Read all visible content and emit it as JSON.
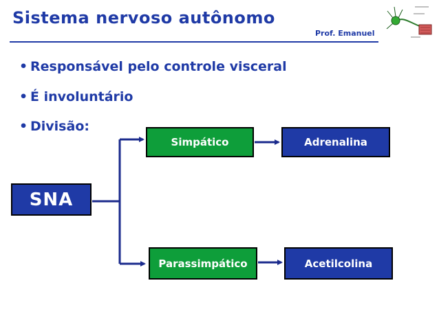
{
  "slide": {
    "title": "Sistema nervoso autônomo",
    "author": "Prof. Emanuel",
    "bullet_marker": "•",
    "bullets": [
      "Responsável pelo controle visceral",
      "É involuntário",
      "Divisão:"
    ]
  },
  "diagram": {
    "root": "SNA",
    "branches": [
      {
        "division": "Simpático",
        "neurotransmitter": "Adrenalina"
      },
      {
        "division": "Parassimpático",
        "neurotransmitter": "Acetilcolina"
      }
    ]
  },
  "colors": {
    "text_blue": "#1f3aa6",
    "box_green": "#0e9e3a",
    "box_blue": "#1f3aa6",
    "connector": "#1a2a8c"
  },
  "icons": {
    "corner": "neuron-illustration-icon"
  }
}
